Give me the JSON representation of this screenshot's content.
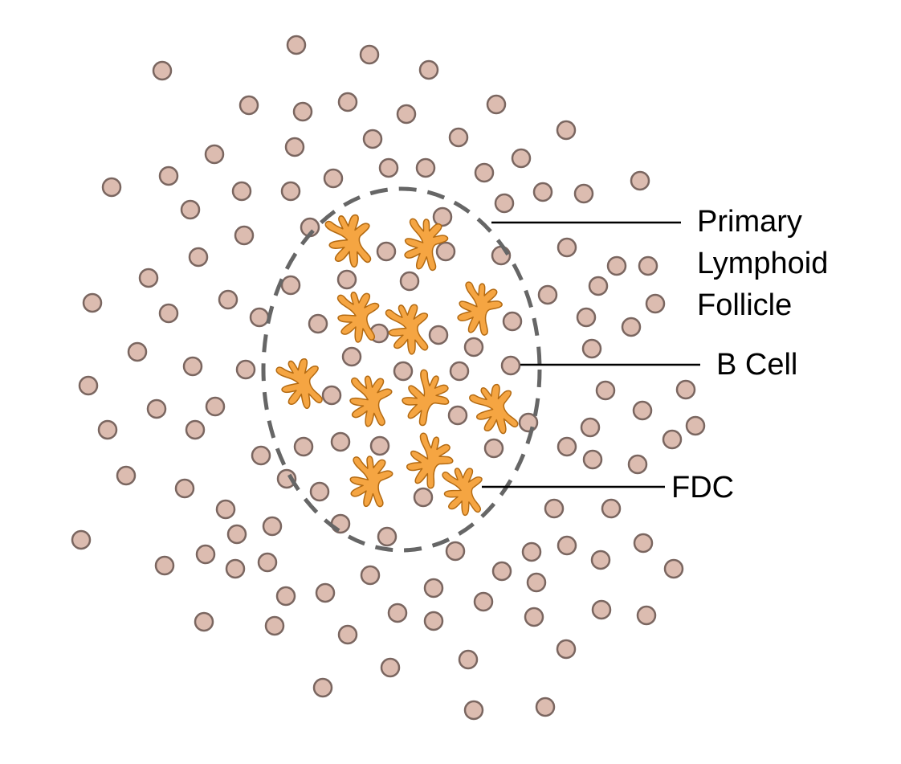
{
  "labels": {
    "follicle_line1": "Primary",
    "follicle_line2": "Lymphoid",
    "follicle_line3": "Follicle",
    "b_cell": "B Cell",
    "fdc": "FDC"
  },
  "colors": {
    "b_cell_fill": "#dcbcb0",
    "b_cell_stroke": "#7a6660",
    "fdc_fill": "#f5a542",
    "fdc_stroke": "#b36a12",
    "follicle_border": "#666666",
    "leader_line": "#000000"
  }
}
